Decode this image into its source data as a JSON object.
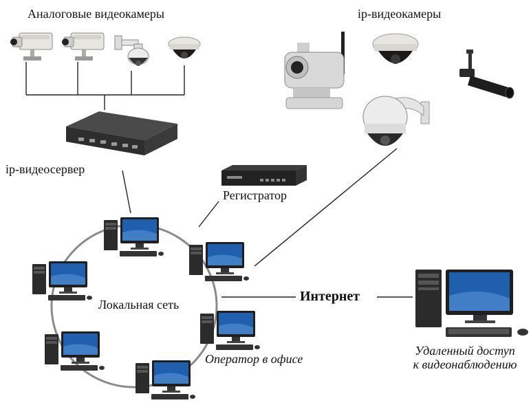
{
  "labels": {
    "analog_cameras": "Аналоговые видеокамеры",
    "ip_cameras": "ip-видеокамеры",
    "ip_video_server": "ip-видеосервер",
    "recorder": "Регистратор",
    "local_network": "Локальная сеть",
    "internet": "Интернет",
    "office_operator": "Оператор в офисе",
    "remote_access_line1": "Удаленный доступ",
    "remote_access_line2": "к видеонаблюдению"
  },
  "colors": {
    "line": "#222222",
    "ring": "#8a8a8a",
    "screen": "#1f5fae",
    "case": "#2b2b2b",
    "device": "#3a3a3a",
    "camera_body": "#e8e6e1"
  },
  "icons": {
    "analog_camera": "box-camera-icon",
    "dome_camera": "dome-camera-icon",
    "ptz_camera": "ptz-camera-icon",
    "ip_box_camera": "wifi-camera-icon",
    "bullet_camera": "bullet-camera-icon",
    "workstation": "desktop-computer-icon",
    "video_server": "video-server-icon",
    "recorder": "dvr-icon"
  }
}
